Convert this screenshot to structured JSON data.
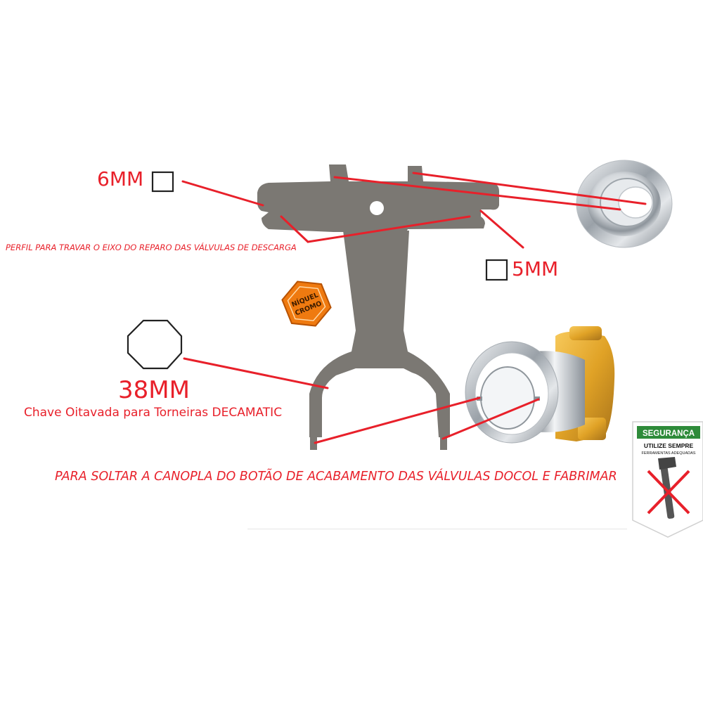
{
  "labels": {
    "size_6mm": "6MM",
    "size_5mm": "5MM",
    "size_38mm": "38MM",
    "perfil_text": "PERFIL PARA TRAVAR O EIXO DO REPARO DAS VÁLVULAS DE DESCARGA",
    "chave_text": "Chave Oitavada para Torneiras DECAMATIC",
    "canopla_text": "PARA SOLTAR A CANOPLA DO BOTÃO DE ACABAMENTO DAS VÁLVULAS DOCOL E FABRIMAR"
  },
  "badge": {
    "line1": "NÍQUEL",
    "line2": "CROMO"
  },
  "safety_sign": {
    "header": "SEGURANÇA",
    "line1": "UTILIZE SEMPRE",
    "line2": "FERRAMENTAS ADEQUADAS"
  },
  "colors": {
    "annotation_red": "#e8202a",
    "tool_gray": "#7b7873",
    "brass": "#e0a226",
    "badge_orange": "#ef7a10",
    "safety_green": "#2e8b3a"
  }
}
